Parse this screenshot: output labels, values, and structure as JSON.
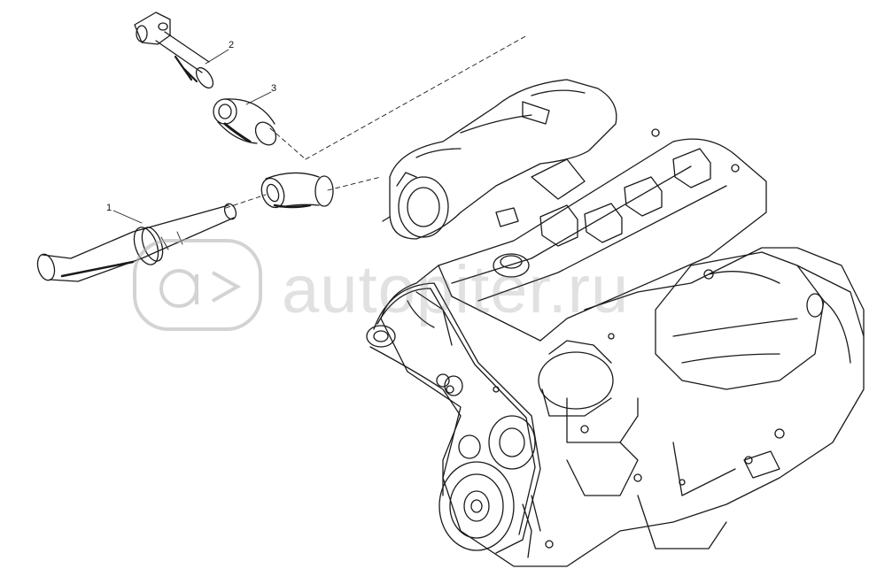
{
  "callouts": {
    "part_1": "1",
    "part_2": "2",
    "part_3": "3"
  },
  "watermark": {
    "text": "autopiter.ru",
    "color": "#b0b0b0"
  },
  "colors": {
    "line": "#1a1a1a",
    "background": "#ffffff"
  }
}
